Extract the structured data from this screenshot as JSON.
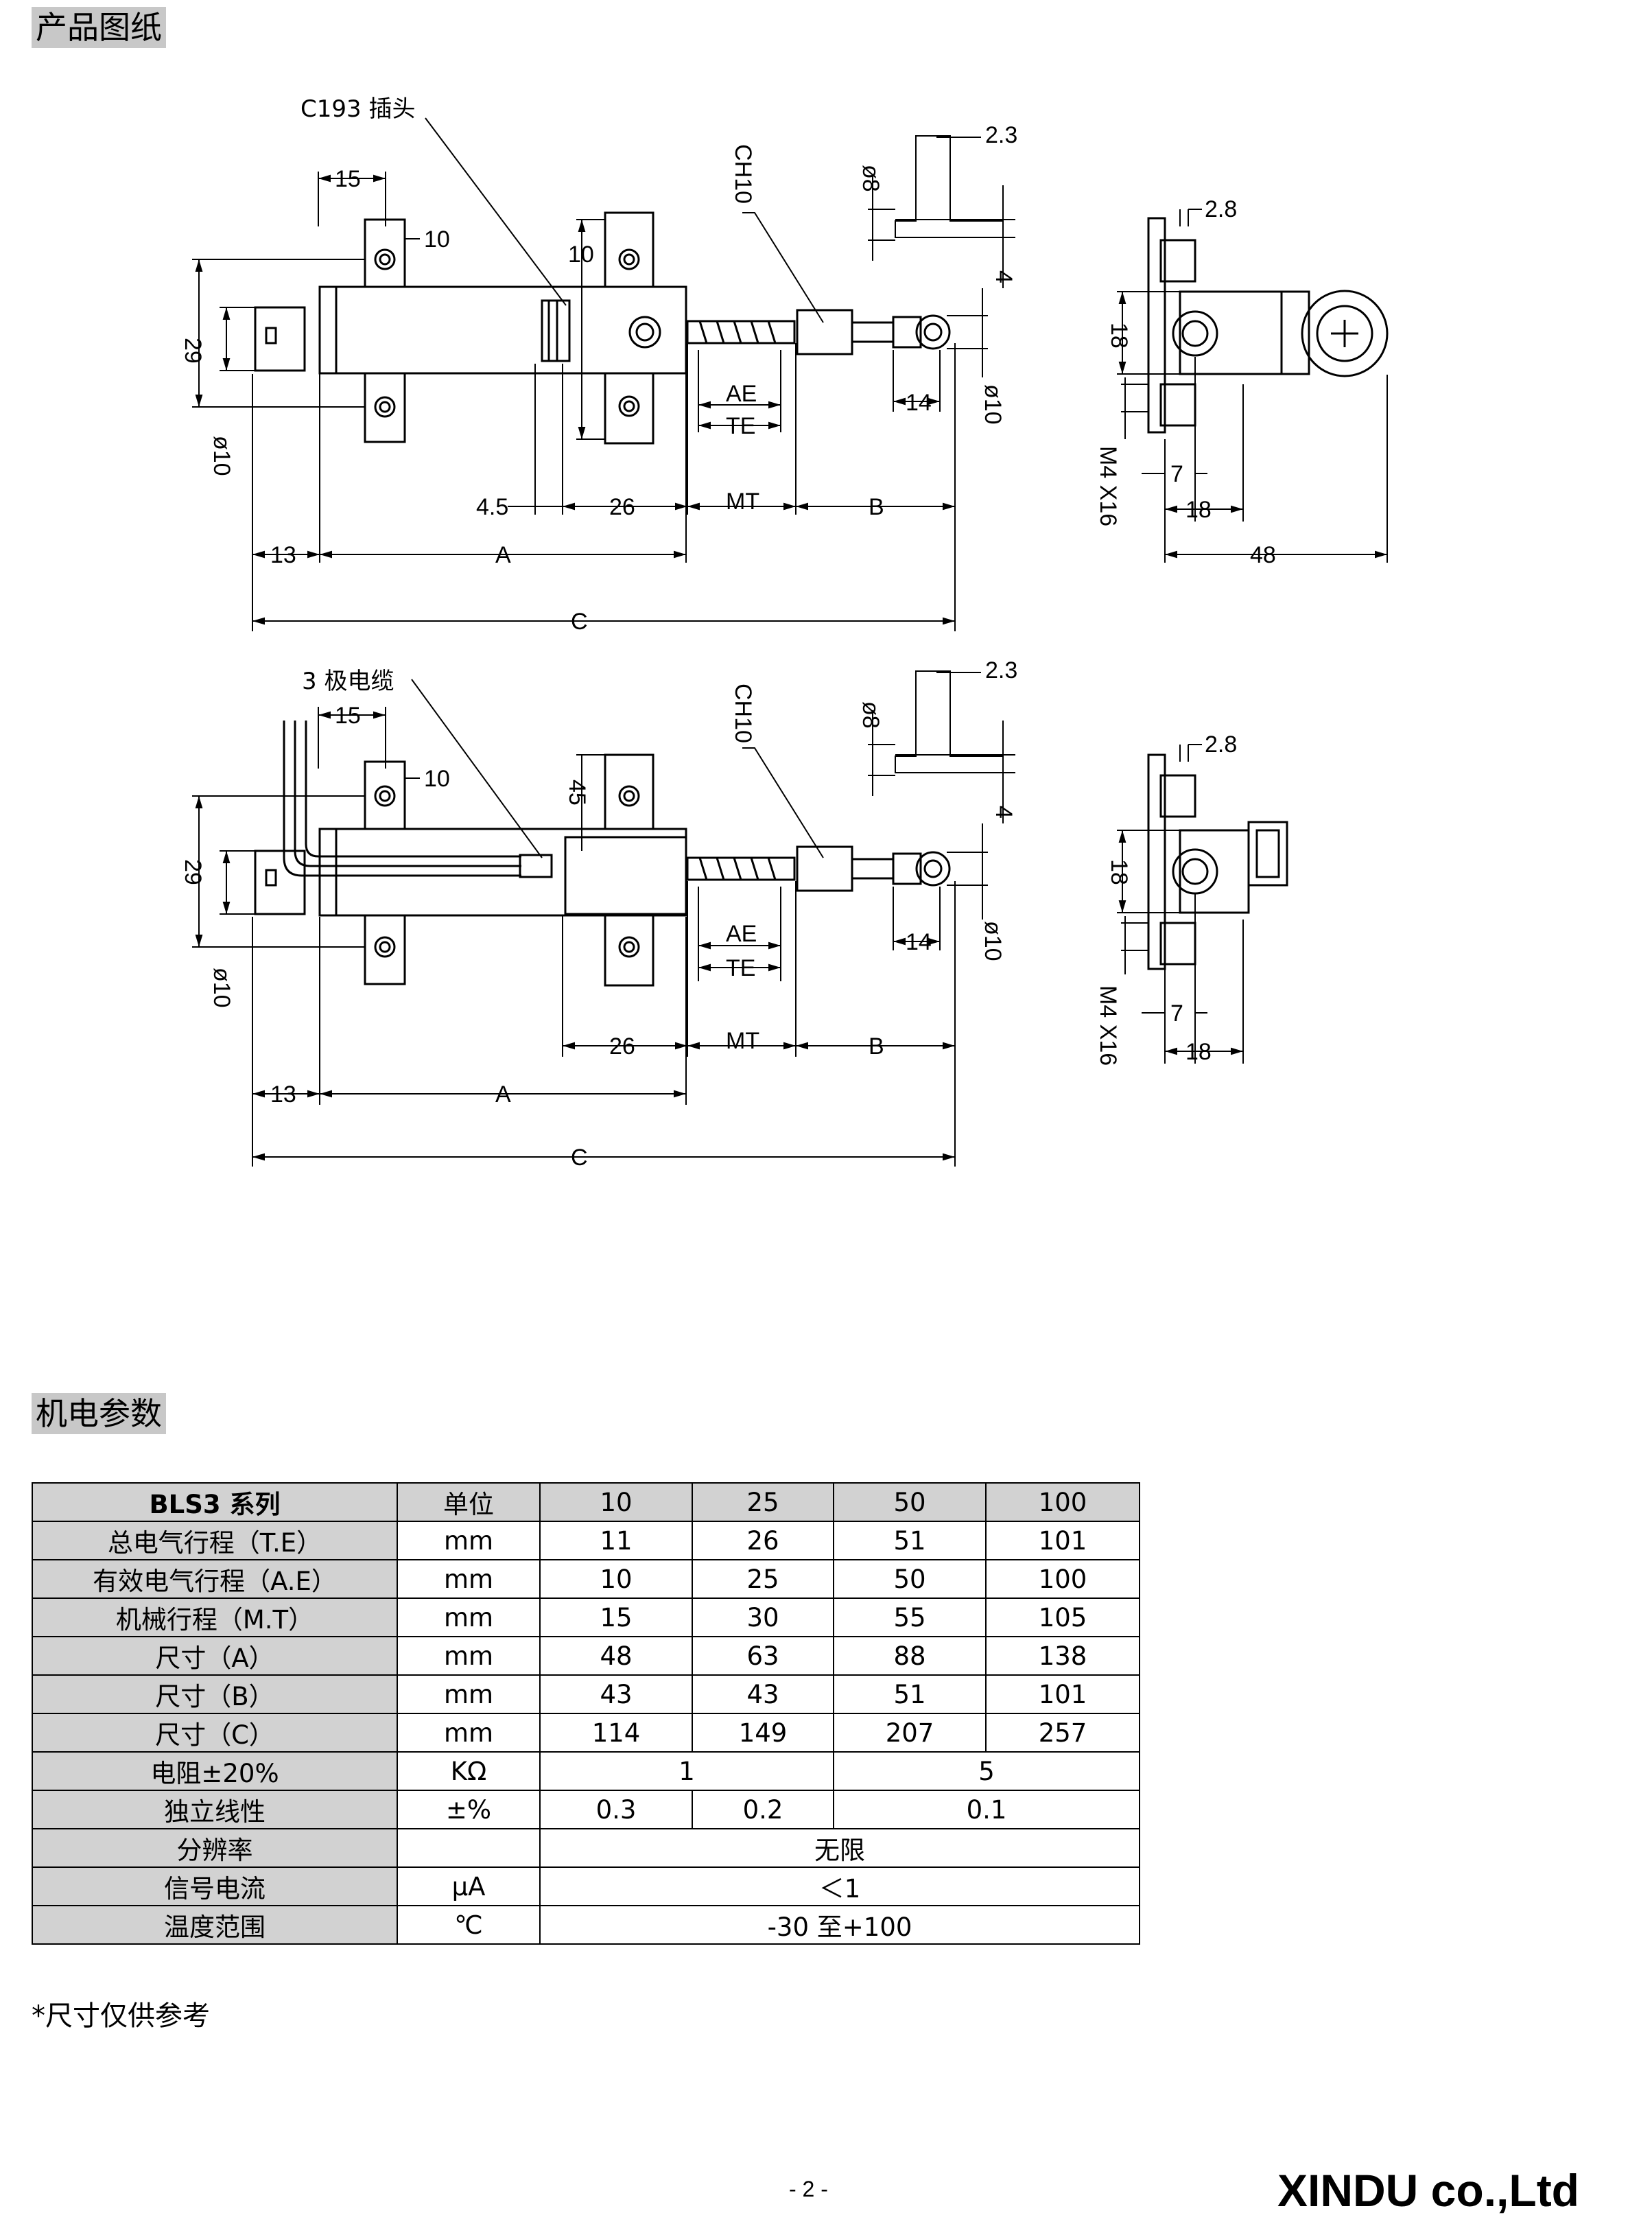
{
  "sections": {
    "drawing_title": "产品图纸",
    "params_title": "机电参数"
  },
  "drawing_top": {
    "connector_label": "C193 插头",
    "dims": {
      "d15": "15",
      "d10a": "10",
      "d10b": "10",
      "d29": "29",
      "phi10a": "ø10",
      "ch10": "CH10",
      "phi8": "ø8",
      "d2_3": "2.3",
      "d4": "4",
      "ae": "AE",
      "te": "TE",
      "d14": "14",
      "phi10b": "ø10",
      "d4_5": "4.5",
      "d26": "26",
      "mt": "MT",
      "b": "B",
      "d13": "13",
      "a": "A",
      "c": "C"
    }
  },
  "side_top": {
    "dims": {
      "d2_8": "2.8",
      "d18a": "18",
      "m4": "M4 X16",
      "d7": "7",
      "d18b": "18",
      "d48": "48"
    }
  },
  "drawing_bottom": {
    "cable_label": "3 极电缆",
    "dims": {
      "d15": "15",
      "d10": "10",
      "d45": "45",
      "d29": "29",
      "phi10a": "ø10",
      "ch10": "CH10",
      "phi8": "ø8",
      "d2_3": "2.3",
      "d4": "4",
      "ae": "AE",
      "te": "TE",
      "d14": "14",
      "phi10b": "ø10",
      "d26": "26",
      "mt": "MT",
      "b": "B",
      "d13": "13",
      "a": "A",
      "c": "C"
    }
  },
  "side_bottom": {
    "dims": {
      "d2_8": "2.8",
      "d18a": "18",
      "m4": "M4 X16",
      "d7": "7",
      "d18b": "18"
    }
  },
  "table": {
    "header": [
      "BLS3 系列",
      "单位",
      "10",
      "25",
      "50",
      "100"
    ],
    "rows": [
      [
        "总电气行程（T.E）",
        "mm",
        "11",
        "26",
        "51",
        "101"
      ],
      [
        "有效电气行程（A.E）",
        "mm",
        "10",
        "25",
        "50",
        "100"
      ],
      [
        "机械行程（M.T）",
        "mm",
        "15",
        "30",
        "55",
        "105"
      ],
      [
        "尺寸（A）",
        "mm",
        "48",
        "63",
        "88",
        "138"
      ],
      [
        "尺寸（B）",
        "mm",
        "43",
        "43",
        "51",
        "101"
      ],
      [
        "尺寸（C）",
        "mm",
        "114",
        "149",
        "207",
        "257"
      ]
    ],
    "resistance": {
      "label": "电阻±20%",
      "unit": "KΩ",
      "v1": "1",
      "v2": "5"
    },
    "linearity": {
      "label": "独立线性",
      "unit": "±%",
      "v1": "0.3",
      "v2": "0.2",
      "v3": "0.1"
    },
    "resolution": {
      "label": "分辨率",
      "unit": "",
      "value": "无限"
    },
    "signal": {
      "label": "信号电流",
      "unit": "μA",
      "value": "＜1"
    },
    "temperature": {
      "label": "温度范围",
      "unit": "℃",
      "value": "-30 至+100"
    }
  },
  "note": "*尺寸仅供参考",
  "page_number": "- 2 -",
  "company": "XINDU co.,Ltd"
}
